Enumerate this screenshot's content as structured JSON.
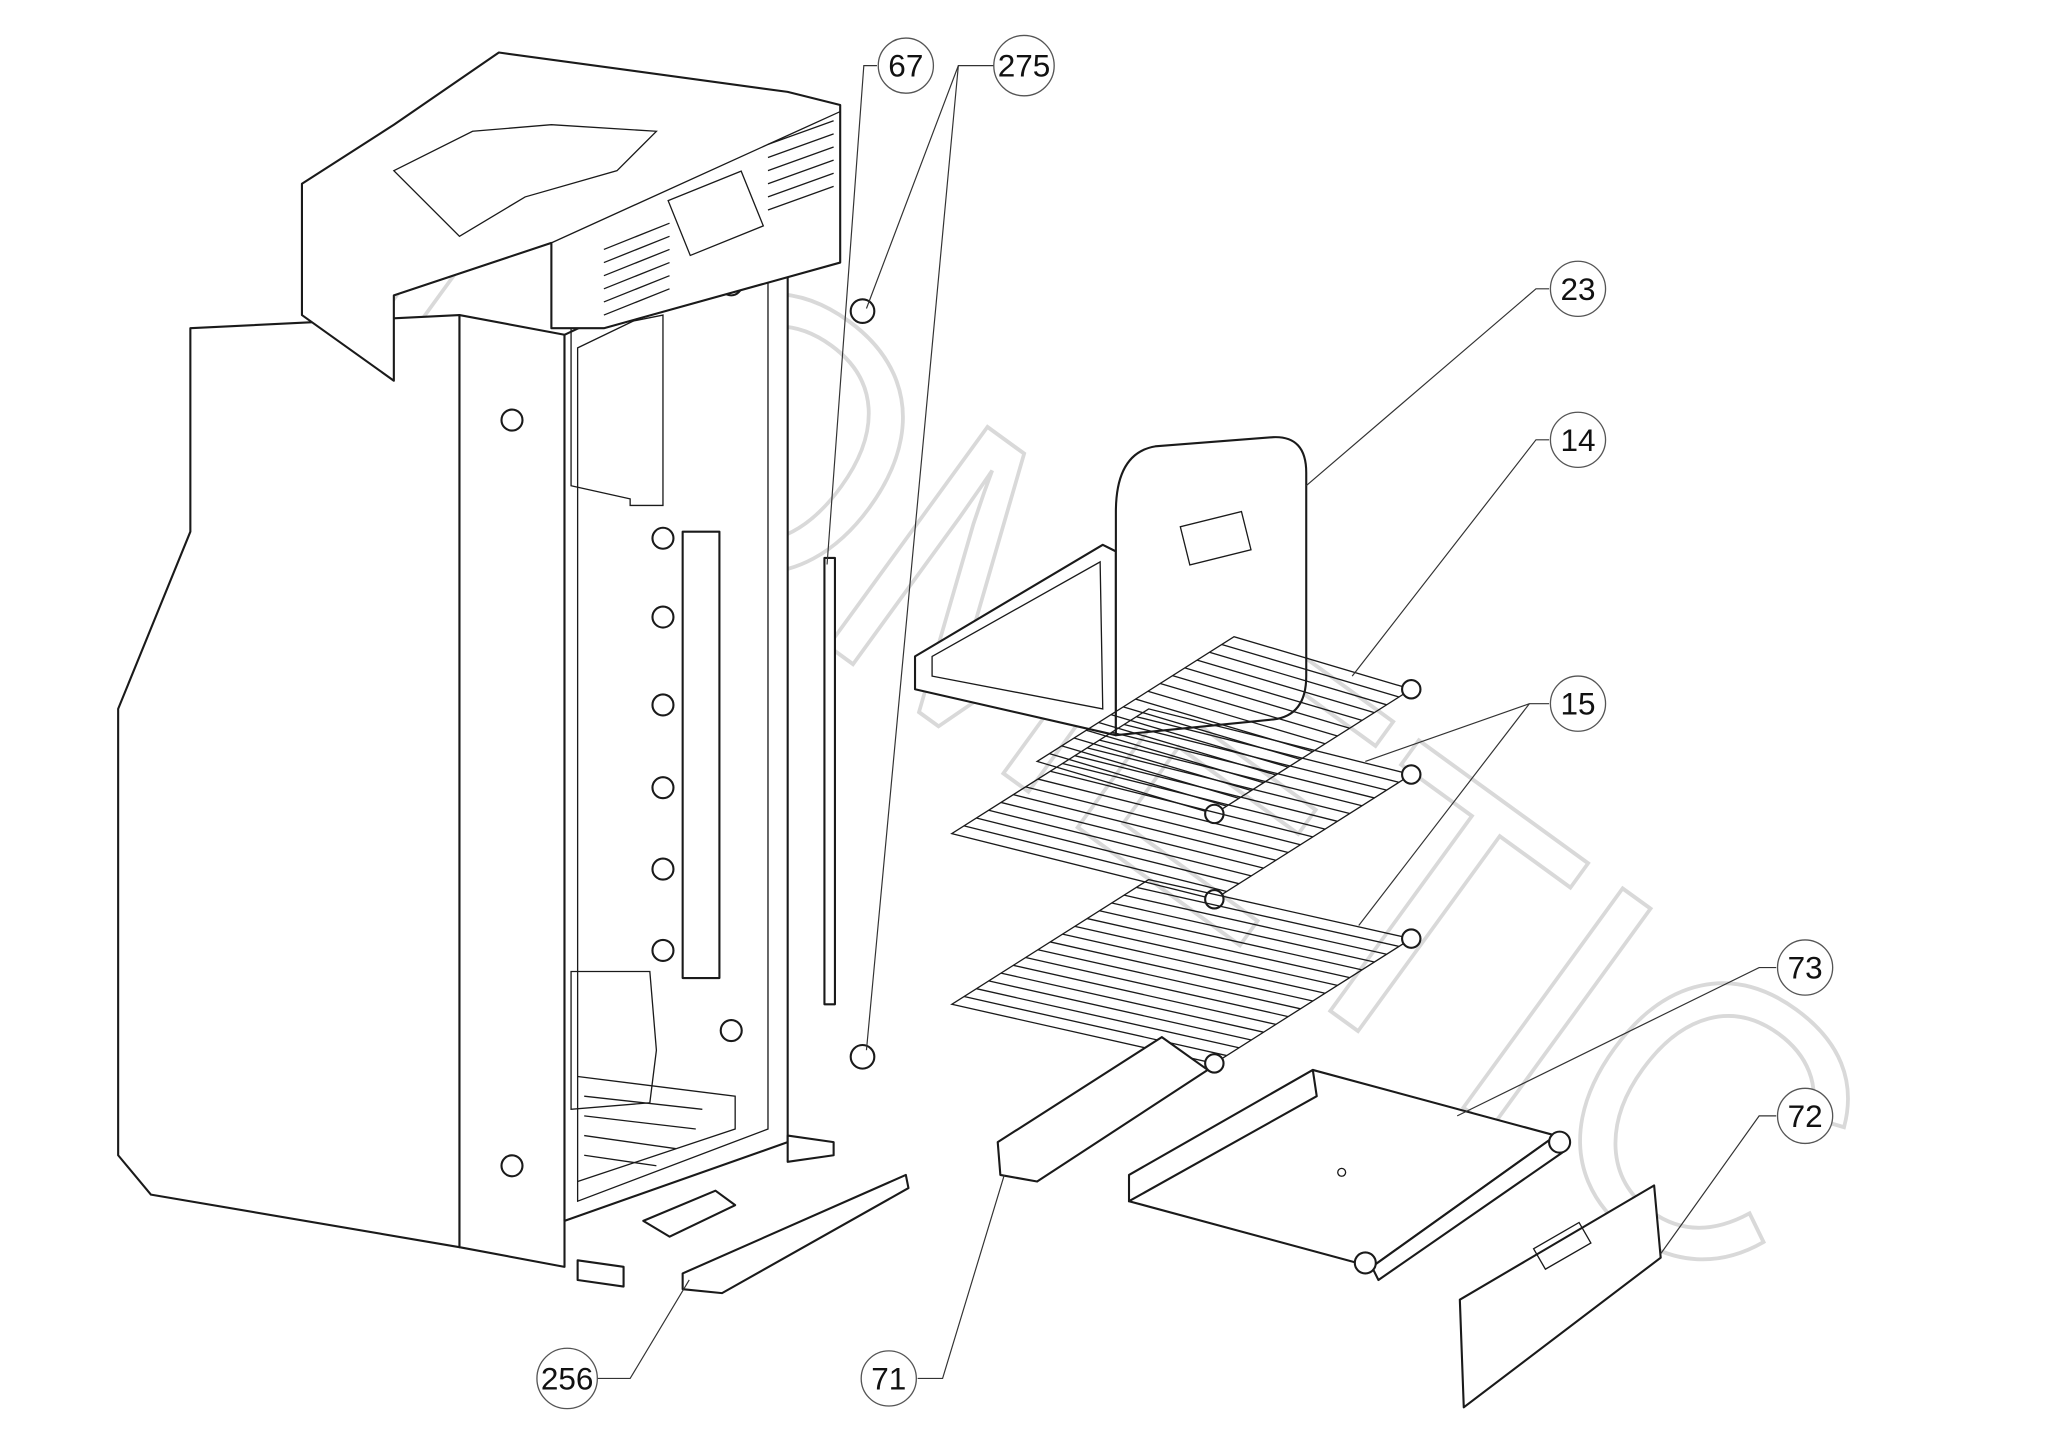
{
  "watermark": "DOMETIC",
  "callouts": [
    {
      "id": "67",
      "label": "67"
    },
    {
      "id": "275",
      "label": "275"
    },
    {
      "id": "23",
      "label": "23"
    },
    {
      "id": "14",
      "label": "14"
    },
    {
      "id": "15",
      "label": "15"
    },
    {
      "id": "73",
      "label": "73"
    },
    {
      "id": "72",
      "label": "72"
    },
    {
      "id": "256",
      "label": "256"
    },
    {
      "id": "71",
      "label": "71"
    }
  ]
}
